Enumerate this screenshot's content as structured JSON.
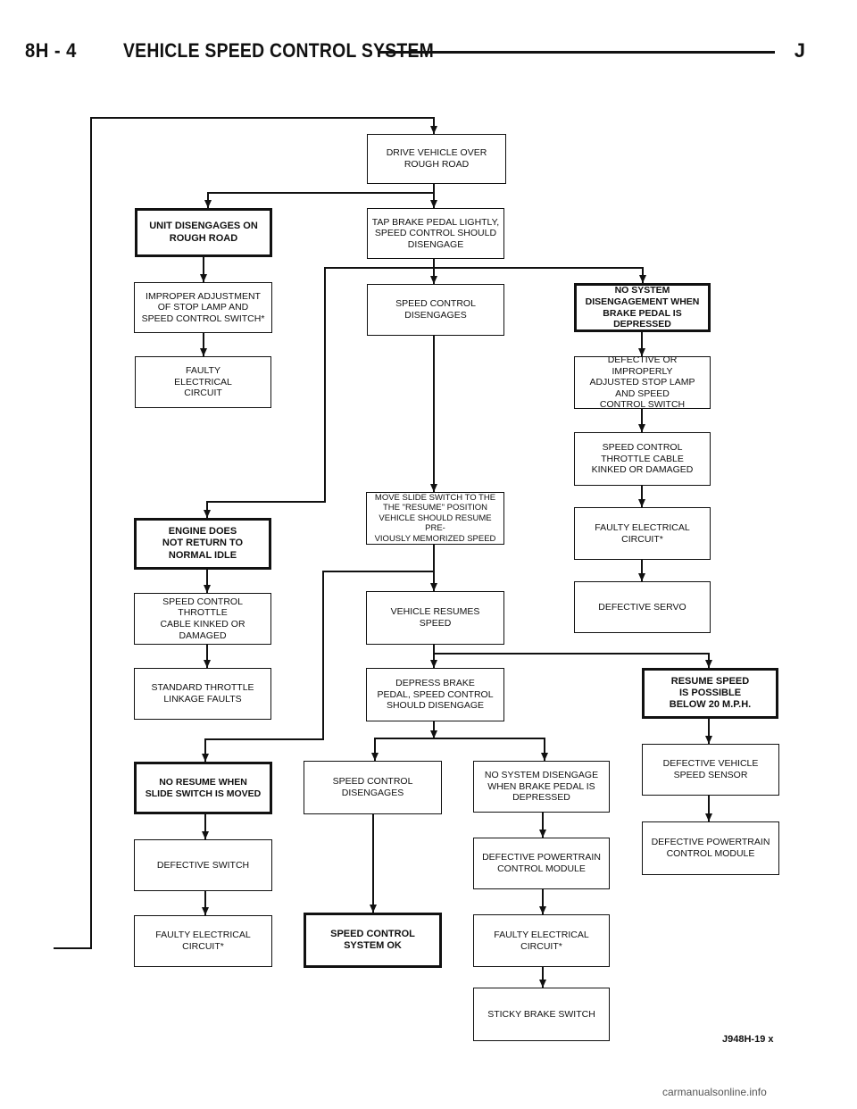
{
  "header": {
    "section": "8H - 4",
    "title": "VEHICLE SPEED CONTROL SYSTEM",
    "letter": "J"
  },
  "boxes": {
    "drive": "DRIVE VEHICLE OVER\nROUGH ROAD",
    "unit_disengages": "UNIT DISENGAGES ON\nROUGH ROAD",
    "tap_brake": "TAP BRAKE PEDAL LIGHTLY,\nSPEED CONTROL SHOULD\nDISENGAGE",
    "improper_adj": "IMPROPER ADJUSTMENT\nOF STOP LAMP AND\nSPEED CONTROL SWITCH*",
    "sc_disengages_1": "SPEED CONTROL\nDISENGAGES",
    "no_system_1": "NO SYSTEM\nDISENGAGEMENT WHEN\nBRAKE PEDAL IS\nDEPRESSED",
    "faulty_elec_1": "FAULTY\nELECTRICAL\nCIRCUIT",
    "defective_stop": "DEFECTIVE OR IMPROPERLY\nADJUSTED STOP LAMP\nAND SPEED\nCONTROL SWITCH",
    "throttle_cable_r": "SPEED CONTROL\nTHROTTLE CABLE\nKINKED OR DAMAGED",
    "move_slide": "MOVE SLIDE SWITCH TO THE\nTHE \"RESUME\" POSITION\nVEHICLE SHOULD RESUME PRE-\nVIOUSLY MEMORIZED SPEED",
    "engine_idle": "ENGINE DOES\nNOT RETURN TO\nNORMAL IDLE",
    "faulty_elec_2": "FAULTY ELECTRICAL\nCIRCUIT*",
    "defective_servo": "DEFECTIVE SERVO",
    "throttle_cable_l": "SPEED CONTROL THROTTLE\nCABLE KINKED OR\nDAMAGED",
    "vehicle_resumes": "VEHICLE RESUMES\nSPEED",
    "std_throttle": "STANDARD THROTTLE\nLINKAGE FAULTS",
    "depress_brake": "DEPRESS BRAKE\nPEDAL, SPEED CONTROL\nSHOULD DISENGAGE",
    "resume_20": "RESUME SPEED\nIS POSSIBLE\nBELOW 20 M.P.H.",
    "no_resume": "NO RESUME WHEN\nSLIDE SWITCH IS MOVED",
    "sc_disengages_2": "SPEED CONTROL\nDISENGAGES",
    "no_system_2": "NO SYSTEM DISENGAGE\nWHEN BRAKE PEDAL IS\nDEPRESSED",
    "defective_vss": "DEFECTIVE VEHICLE\nSPEED SENSOR",
    "defective_switch": "DEFECTIVE SWITCH",
    "pcm_1": "DEFECTIVE POWERTRAIN\nCONTROL MODULE",
    "pcm_2": "DEFECTIVE POWERTRAIN\nCONTROL MODULE",
    "faulty_elec_3": "FAULTY ELECTRICAL\nCIRCUIT*",
    "system_ok": "SPEED CONTROL\nSYSTEM OK",
    "faulty_elec_4": "FAULTY ELECTRICAL\nCIRCUIT*",
    "sticky_brake": "STICKY BRAKE SWITCH"
  },
  "figure_id": "J948H-19 x",
  "watermark": "carmanualsonline.info"
}
